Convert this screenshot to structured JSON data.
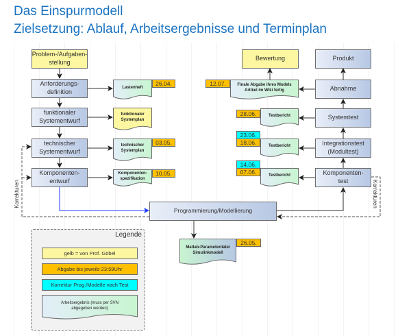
{
  "header": {
    "title": "Das Einspurmodell",
    "subtitle": "Zielsetzung: Ablauf, Arbeitsergebnisse und Terminplan"
  },
  "left_column": {
    "problem": "Problem-/Aufgaben-stellung",
    "anforderung": "Anforderungs-definition",
    "funktional": "funktionaler Systementwurf",
    "technisch": "technischer Systementwurf",
    "komponenten": "Komponenten-entwurf"
  },
  "left_docs": {
    "lastenheft": {
      "label": "Lastenheft",
      "date": "26.04."
    },
    "funktional_plan": {
      "label": "funktionaler Systemplan"
    },
    "technisch_plan": {
      "label": "technischer Systemplan",
      "date": "03.05."
    },
    "komp_spez": {
      "label": "Komponenten-spezifikation",
      "date": "10.05."
    }
  },
  "right_column": {
    "produkt": "Produkt",
    "abnahme": "Abnahme",
    "systemtest": "Systemtest",
    "integrationstest": "Integrationstest (Modultest)",
    "komponententest": "Komponenten-test"
  },
  "right_docs": {
    "bewertung": "Bewertung",
    "finale": {
      "label": "Finale Abgabe ihres Models Artikel im Wiki fertig",
      "date": "12.07."
    },
    "testbericht_system": {
      "label": "Testbericht",
      "date": "28.06."
    },
    "testbericht_integration": {
      "label": "Testbericht",
      "date": "18.06.",
      "correction": "23.06."
    },
    "testbericht_komponente": {
      "label": "Testbericht",
      "date": "07.06.",
      "correction": "14.06."
    }
  },
  "center": {
    "programmierung": "Programmierung/Modellierung",
    "matlab": {
      "label": "Matlab-Parameterdatei Simulinkmodell",
      "date": "26.05."
    }
  },
  "korrekturen_label": "Korrekturen",
  "legend": {
    "title": "Legende",
    "items": [
      {
        "label": "gelb = von Prof. Göbel",
        "color": "#fcf7a0"
      },
      {
        "label": "Abgabe bis jeweils 23:59Uhr",
        "color": "#ffc000"
      },
      {
        "label": "Korrektur Prog./Modelle nach Test",
        "color": "#00ffff"
      },
      {
        "label": "Arbeitsergebnis (muss per SVN abgegeben werden)"
      }
    ]
  }
}
